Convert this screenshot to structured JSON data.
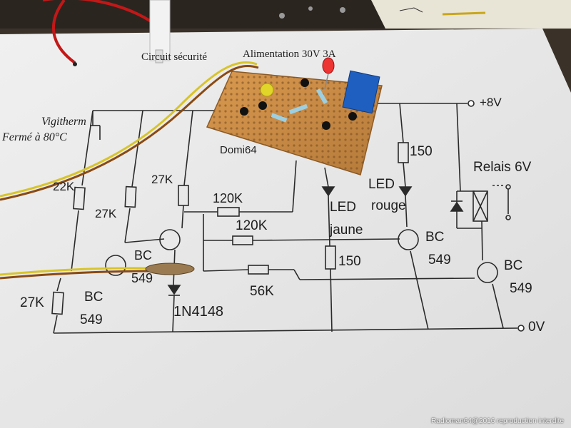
{
  "header": {
    "circuit": "Circuit sécurité",
    "supply": "Alimentation 30V 3A"
  },
  "switch": {
    "name": "Vigitherm",
    "state": "Fermé à 80°C"
  },
  "board_label": "Domi64",
  "rails": {
    "positive": "+8V",
    "ground": "0V"
  },
  "resistors": {
    "r22k": "22K",
    "r27k_a": "27K",
    "r27k_b": "27K",
    "r27k_c": "27K",
    "r120k_a": "120K",
    "r120k_b": "120K",
    "r56k": "56K",
    "r150_a": "150",
    "r150_b": "150"
  },
  "leds": {
    "yellow": [
      "LED",
      "jaune"
    ],
    "red": [
      "LED",
      "rouge"
    ]
  },
  "relay": "Relais 6V",
  "diode": "1N4148",
  "transistors": {
    "t1": [
      "BC",
      "549"
    ],
    "t2": [
      "BC",
      "549"
    ],
    "t3": [
      "BC",
      "549"
    ],
    "t4": [
      "BC",
      "549"
    ]
  },
  "watermark": "Radioman64@2016 reproduction interdite",
  "colors": {
    "paper": "#ebebeb",
    "ink": "#1e1e1e",
    "pcb": "#c98a45",
    "relay": "#1f5fbf",
    "red_wire": "#c21818",
    "yellow_wire": "#d8c42a",
    "background": "#3a3128"
  }
}
